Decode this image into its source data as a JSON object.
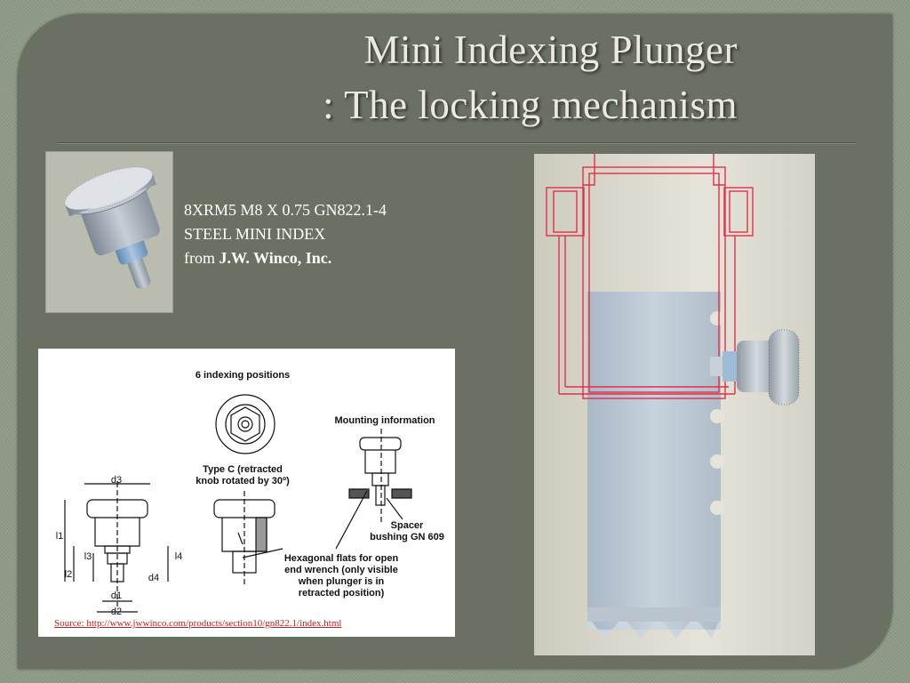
{
  "slide": {
    "title_line1": "Mini Indexing Plunger",
    "title_line2": ": The locking mechanism",
    "accent_color": "#6b7162"
  },
  "product": {
    "line1": "8XRM5 M8 X 0.75 GN822.1-4",
    "line2": "STEEL MINI INDEX",
    "from_label": "from",
    "vendor": "J.W. Winco, Inc."
  },
  "drawing": {
    "positions_label": "6 indexing positions",
    "type_c_line1": "Type C (retracted",
    "type_c_line2": "knob rotated by 30º)",
    "mounting_label": "Mounting information",
    "spacer_line1": "Spacer",
    "spacer_line2": "bushing GN 609",
    "hex_line1": "Hexagonal flats for open",
    "hex_line2": "end wrench (only visible",
    "hex_line3": "when plunger is in",
    "hex_line4": "retracted position)",
    "dims": {
      "d3": "d3",
      "d1": "d1",
      "d2": "d2",
      "d4": "d4",
      "l1": "l1",
      "l2": "l2",
      "l3": "l3",
      "l4": "l4"
    },
    "source": "Source: http://www.jwwinco.com/products/section10/gn822.1/index.html"
  },
  "icons": {
    "thumb": "plunger-render-icon",
    "assembly": "locking-assembly-render"
  }
}
